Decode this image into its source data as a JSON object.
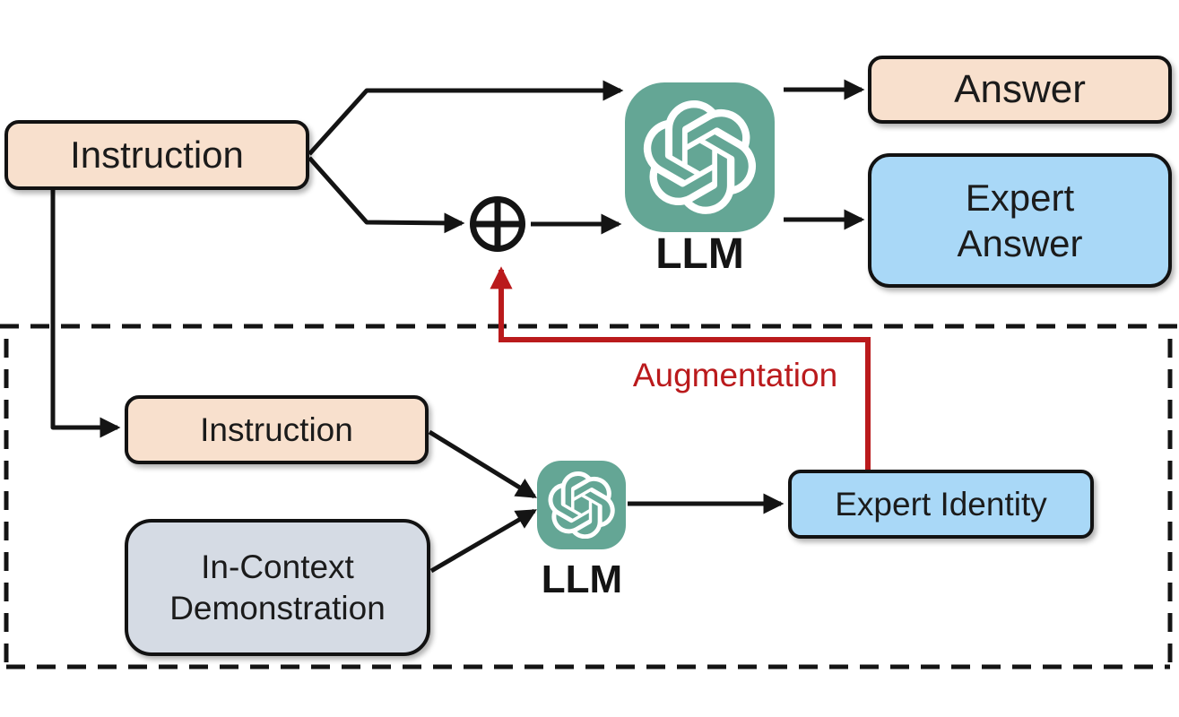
{
  "colors": {
    "peach": "#f8e0cd",
    "blue": "#a9d8f7",
    "gray": "#d5dbe4",
    "teal": "#64a695",
    "red": "#ba1a1c",
    "line": "#141414"
  },
  "top": {
    "instruction": "Instruction",
    "combine_icon": "circled-plus",
    "llm_icon": "openai-logo",
    "llm": "LLM",
    "answer": "Answer",
    "expert_answer": "Expert Answer"
  },
  "bottom": {
    "instruction": "Instruction",
    "in_context": "In-Context Demonstration",
    "llm_icon": "openai-logo",
    "llm": "LLM",
    "expert_identity": "Expert Identity",
    "augmentation": "Augmentation"
  }
}
